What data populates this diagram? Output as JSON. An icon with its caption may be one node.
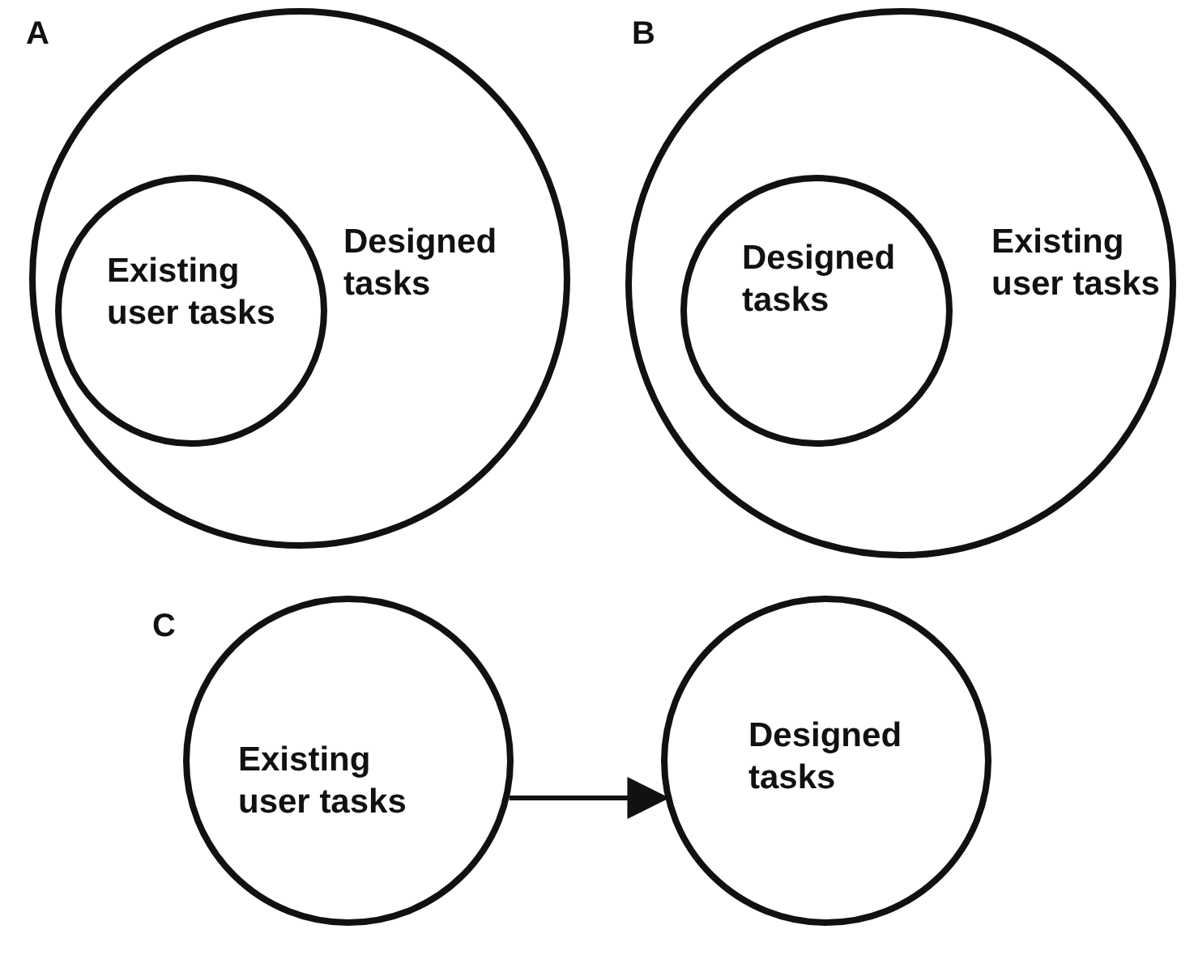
{
  "diagram": {
    "nodes": [
      {
        "text": [
          "Designed tasks"
        ]
      },
      {
        "text": [
          "Existing user tasks"
        ],
        "in": 0
      },
      {
        "text": [
          "Existing user tasks"
        ]
      },
      {
        "text": [
          "Designed tasks"
        ],
        "in": 2
      },
      {
        "text": [
          "Existing user tasks"
        ]
      },
      {
        "text": [
          "Designed tasks"
        ]
      }
    ],
    "edges": [
      {
        "from": 4,
        "to": 5,
        "arrow": "to"
      }
    ],
    "labels": [
      "A",
      "B",
      "C"
    ]
  }
}
